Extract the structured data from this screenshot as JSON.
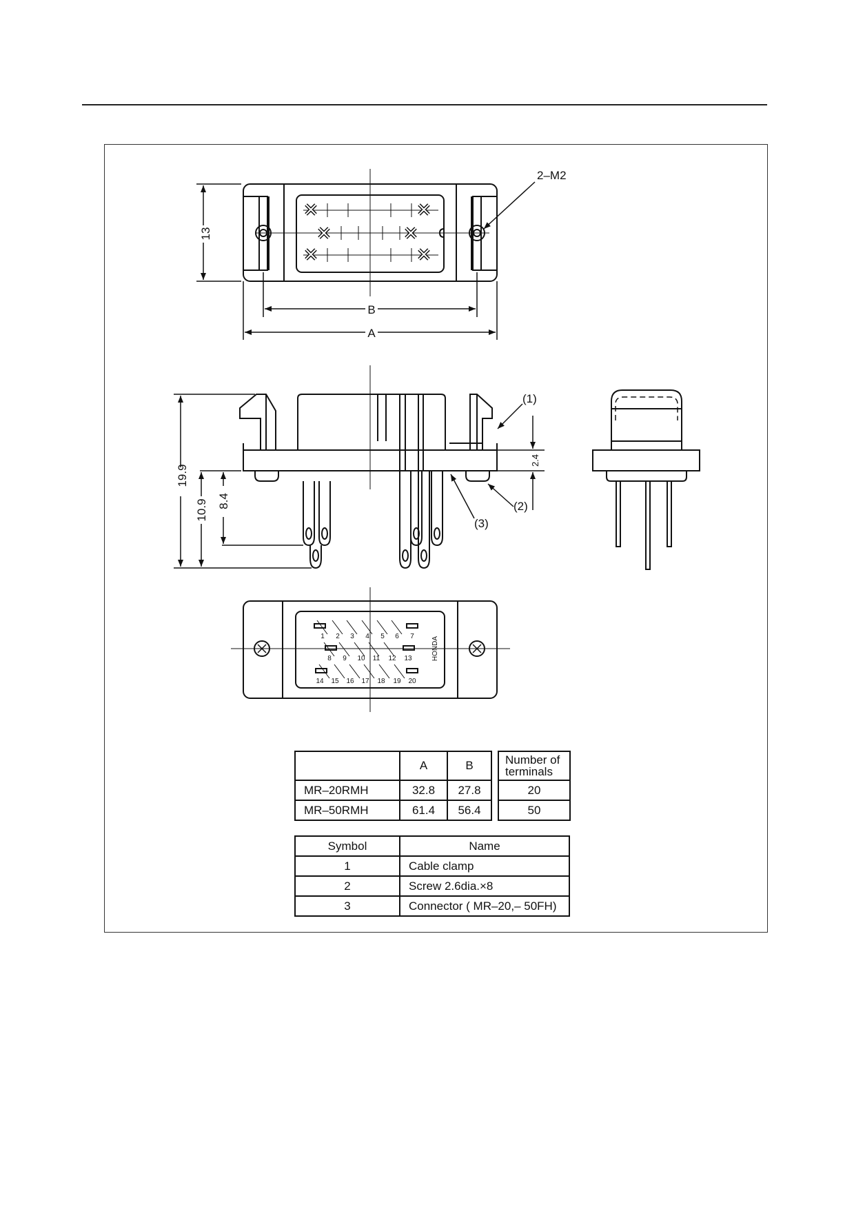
{
  "drawing": {
    "callout_screw": "2–M2",
    "dim_a": "A",
    "dim_b": "B",
    "dim_height_top": "13",
    "dim_total_height": "19.9",
    "dim_pin_length": "10.9",
    "dim_pin_protrusion": "8.4",
    "dim_flange": "2.4",
    "label_1": "(1)",
    "label_2": "(2)",
    "label_3": "(3)",
    "maker_mark": "HONDA",
    "pin_numbers_row1": [
      "1",
      "2",
      "3",
      "4",
      "5",
      "6",
      "7"
    ],
    "pin_numbers_row2": [
      "8",
      "9",
      "10",
      "11",
      "12",
      "13"
    ],
    "pin_numbers_row3": [
      "14",
      "15",
      "16",
      "17",
      "18",
      "19",
      "20"
    ]
  },
  "dimension_table": {
    "headers": [
      "",
      "A",
      "B"
    ],
    "rows": [
      {
        "model": "MR–20RMH",
        "a": "32.8",
        "b": "27.8"
      },
      {
        "model": "MR–50RMH",
        "a": "61.4",
        "b": "56.4"
      }
    ]
  },
  "terminal_table": {
    "header": [
      "Number of",
      "terminals"
    ],
    "rows": [
      "20",
      "50"
    ]
  },
  "symbol_table": {
    "headers": [
      "Symbol",
      "Name"
    ],
    "rows": [
      {
        "symbol": "1",
        "name": "Cable clamp"
      },
      {
        "symbol": "2",
        "name": "Screw 2.6dia.×8"
      },
      {
        "symbol": "3",
        "name": "Connector ( MR–20,– 50FH)"
      }
    ]
  }
}
